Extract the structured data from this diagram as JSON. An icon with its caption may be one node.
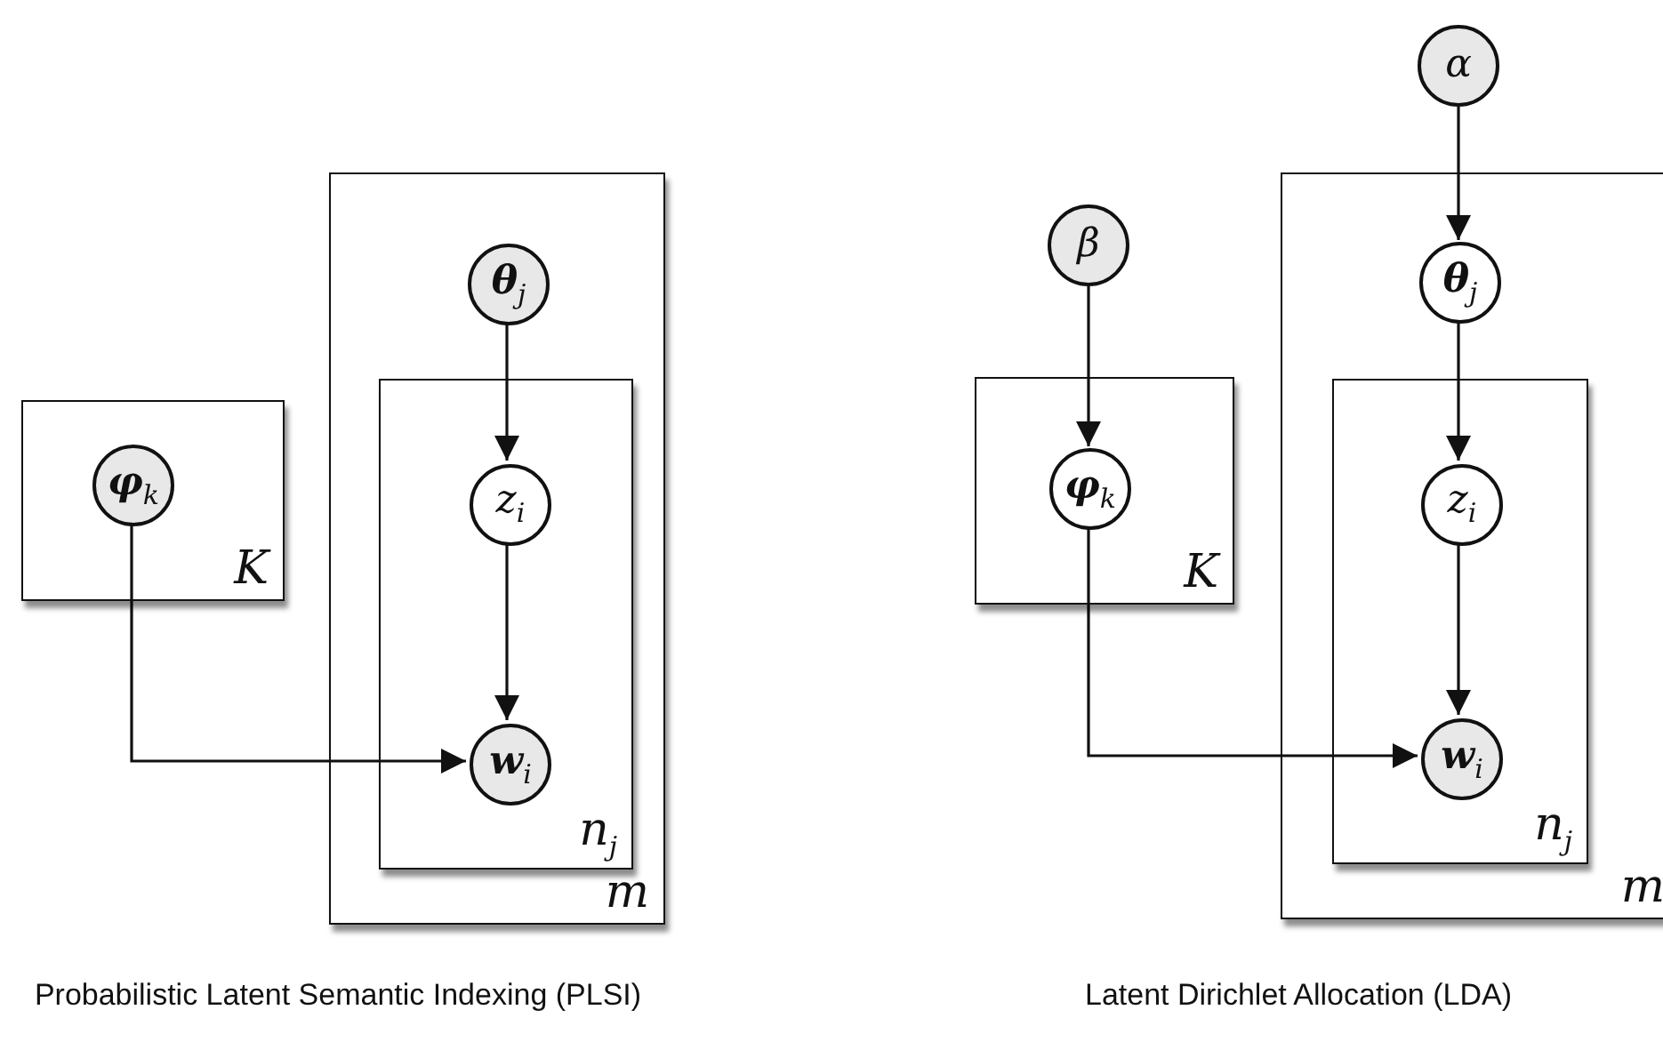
{
  "diagram": {
    "nodes": [
      {
        "text": [
          "K"
        ]
      },
      {
        "text": [
          "**φ**$_{k}$"
        ],
        "in": 0
      },
      {
        "text": [
          "m"
        ]
      },
      {
        "text": [
          "**θ**$_{j}$"
        ],
        "in": 2
      },
      {
        "text": [
          "*n*$_{j}$"
        ],
        "in": 2
      },
      {
        "text": [
          "*z*$_{i}$"
        ],
        "in": 4
      },
      {
        "text": [
          "**w**$_{i}$"
        ],
        "in": 4
      },
      {
        "text": [
          "α"
        ]
      },
      {
        "text": [
          "β"
        ]
      },
      {
        "text": [
          "K"
        ]
      },
      {
        "text": [
          "**φ**$_{k}$"
        ],
        "in": 9
      },
      {
        "text": [
          "m"
        ]
      },
      {
        "text": [
          "**θ**$_{j}$"
        ],
        "in": 11
      },
      {
        "text": [
          "*n*$_{j}$"
        ],
        "in": 11
      },
      {
        "text": [
          "*z*$_{i}$"
        ],
        "in": 13
      },
      {
        "text": [
          "**w**$_{i}$"
        ],
        "in": 13
      }
    ],
    "edges": [
      {
        "from": 3,
        "to": 5,
        "arrow": "to"
      },
      {
        "from": 5,
        "to": 6,
        "arrow": "to"
      },
      {
        "from": 1,
        "to": 6,
        "arrow": "to"
      },
      {
        "from": 7,
        "to": 12,
        "arrow": "to"
      },
      {
        "from": 8,
        "to": 10,
        "arrow": "to"
      },
      {
        "from": 12,
        "to": 14,
        "arrow": "to"
      },
      {
        "from": 14,
        "to": 15,
        "arrow": "to"
      },
      {
        "from": 10,
        "to": 15,
        "arrow": "to"
      }
    ],
    "labels": [
      "Probabilistic Latent Semantic Indexing (PLSI)",
      "Latent Dirichlet Allocation (LDA)"
    ]
  }
}
